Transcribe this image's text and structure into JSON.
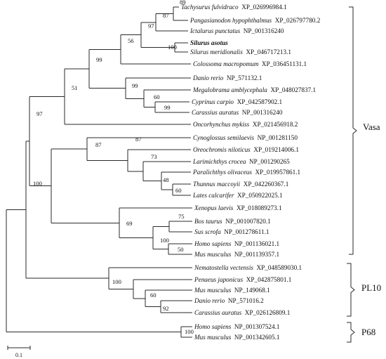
{
  "tips": [
    {
      "id": "t0",
      "species": "Tachysurus fulvidraco",
      "accession": "XP_026996984.1"
    },
    {
      "id": "t1",
      "species": "Pangasianodon hypophthalmus",
      "accession": "XP_026797780.2"
    },
    {
      "id": "t2",
      "species": "Ictalurus punctatus",
      "accession": "NP_001316240"
    },
    {
      "id": "t3",
      "species": "Silurus asotus",
      "accession": "",
      "bold": true
    },
    {
      "id": "t4",
      "species": "Silurus meridionalis",
      "accession": "XP_046717213.1"
    },
    {
      "id": "t5",
      "species": "Colossoma macropomum",
      "accession": "XP_036451131.1"
    },
    {
      "id": "t6",
      "species": "Danio rerio",
      "accession": "NP_571132.1"
    },
    {
      "id": "t7",
      "species": "Megalobrama amblycephala",
      "accession": "XP_048027837.1"
    },
    {
      "id": "t8",
      "species": "Cyprinus carpio",
      "accession": "XP_042587902.1"
    },
    {
      "id": "t9",
      "species": "Carassius auratus",
      "accession": "NP_001316240"
    },
    {
      "id": "t10",
      "species": "Oncorhynchus mykiss",
      "accession": "XP_021456918.2"
    },
    {
      "id": "t11",
      "species": "Cynoglossus semilaevis",
      "accession": "NP_001281150"
    },
    {
      "id": "t12",
      "species": "Oreochromis niloticus",
      "accession": "XP_019214006.1"
    },
    {
      "id": "t13",
      "species": "Larimichthys crocea",
      "accession": "NP_001290265"
    },
    {
      "id": "t14",
      "species": "Paralichthys olivaceus",
      "accession": "XP_019957861.1"
    },
    {
      "id": "t15",
      "species": "Thunnus maccoyii",
      "accession": "XP_042260367.1"
    },
    {
      "id": "t16",
      "species": "Lates calcarifer",
      "accession": "XP_050922025.1"
    },
    {
      "id": "t17",
      "species": "Xenopus laevis",
      "accession": "XP_018089273.1"
    },
    {
      "id": "t18",
      "species": "Bos taurus",
      "accession": "NP_001007820.1"
    },
    {
      "id": "t19",
      "species": "Sus scrofa",
      "accession": "NP_001278611.1"
    },
    {
      "id": "t20",
      "species": "Homo sapiens",
      "accession": "NP_001136021.1"
    },
    {
      "id": "t21",
      "species": "Mus musculus",
      "accession": "NP_001139357.1"
    },
    {
      "id": "t22",
      "species": "Nematostella vectensis",
      "accession": "XP_048589030.1"
    },
    {
      "id": "t23",
      "species": "Penaeus japonicus",
      "accession": "XP_042875801.1"
    },
    {
      "id": "t24",
      "species": "Mus musculus",
      "accession": "NP_149068.1"
    },
    {
      "id": "t25",
      "species": "Danio rerio",
      "accession": "NP_571016.2"
    },
    {
      "id": "t26",
      "species": "Carassius auratus",
      "accession": "XP_026126809.1"
    },
    {
      "id": "t27",
      "species": "Homo sapiens",
      "accession": "NP_001307524.1"
    },
    {
      "id": "t28",
      "species": "Mus musculus",
      "accession": "NP_001342605.1"
    }
  ],
  "nodes": [
    {
      "id": "n1",
      "children": [
        "t0",
        "t1"
      ],
      "support": "89"
    },
    {
      "id": "n2",
      "children": [
        "n1",
        "t2"
      ],
      "support": "87"
    },
    {
      "id": "n3",
      "children": [
        "t3",
        "t4"
      ],
      "support": "100"
    },
    {
      "id": "n4",
      "children": [
        "n2",
        "n3"
      ],
      "support": "97"
    },
    {
      "id": "n5",
      "children": [
        "n4",
        "t5"
      ],
      "support": "56"
    },
    {
      "id": "n6",
      "children": [
        "t8",
        "t9"
      ],
      "support": "99"
    },
    {
      "id": "n7",
      "children": [
        "t7",
        "n6"
      ],
      "support": "60"
    },
    {
      "id": "n8",
      "children": [
        "t6",
        "n7"
      ],
      "support": "99"
    },
    {
      "id": "n9",
      "children": [
        "n5",
        "n8"
      ],
      "support": "99"
    },
    {
      "id": "n10",
      "children": [
        "n9",
        "t10"
      ],
      "support": "51"
    },
    {
      "id": "n11",
      "children": [
        "t15",
        "t16"
      ],
      "support": "60"
    },
    {
      "id": "n12",
      "children": [
        "t14",
        "n11"
      ],
      "support": "48"
    },
    {
      "id": "n13",
      "children": [
        "t13",
        "n12"
      ],
      "support": "73"
    },
    {
      "id": "n14",
      "children": [
        "t12",
        "n13"
      ],
      "support": "87"
    },
    {
      "id": "n15",
      "children": [
        "t11",
        "n14"
      ],
      "support": "87"
    },
    {
      "id": "n16",
      "children": [
        "t20",
        "t21"
      ],
      "support": "50"
    },
    {
      "id": "n17",
      "children": [
        "t18",
        "t19"
      ],
      "support": "75"
    },
    {
      "id": "n18",
      "children": [
        "n17",
        "n16"
      ],
      "support": "100"
    },
    {
      "id": "n19",
      "children": [
        "t17",
        "n18"
      ],
      "support": "69"
    },
    {
      "id": "n20",
      "children": [
        "n15",
        "n19"
      ],
      "support": ""
    },
    {
      "id": "n21",
      "children": [
        "n10",
        "n20"
      ],
      "support": "97"
    },
    {
      "id": "n22",
      "children": [
        "t25",
        "t26"
      ],
      "support": "92"
    },
    {
      "id": "n23",
      "children": [
        "t24",
        "n22"
      ],
      "support": "60"
    },
    {
      "id": "n24",
      "children": [
        "t23",
        "n23"
      ],
      "support": ""
    },
    {
      "id": "n25",
      "children": [
        "t22",
        "n24"
      ],
      "support": "100"
    },
    {
      "id": "n26",
      "children": [
        "n21",
        "n25"
      ],
      "support": "100"
    },
    {
      "id": "n27",
      "children": [
        "t27",
        "t28"
      ],
      "support": "100"
    },
    {
      "id": "n28",
      "children": [
        "n26",
        "n27"
      ],
      "support": ""
    }
  ],
  "groups": [
    {
      "name": "Vasa",
      "from": "t0",
      "to": "t21"
    },
    {
      "name": "PL10",
      "from": "t22",
      "to": "t26"
    },
    {
      "name": "P68",
      "from": "t27",
      "to": "t28"
    }
  ],
  "scale_bar": {
    "label": "0.1"
  }
}
